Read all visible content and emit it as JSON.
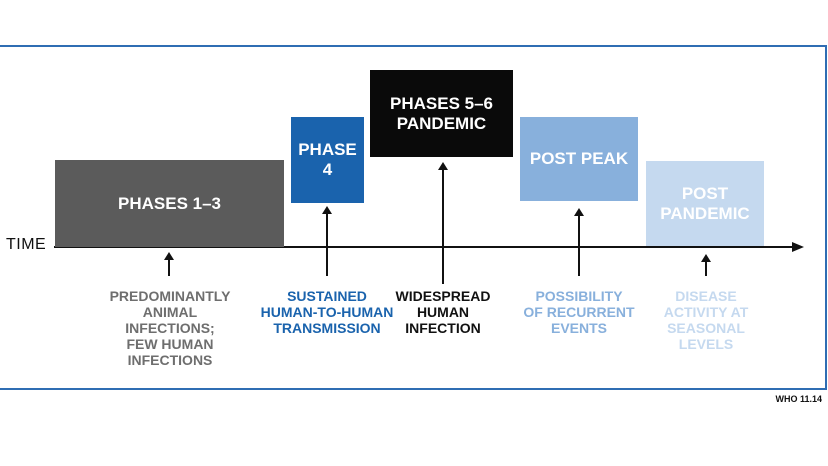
{
  "axis": {
    "label": "TIME"
  },
  "phases": [
    {
      "label": "PHASES 1–3",
      "color": "#5b5b5b",
      "text_color": "#ffffff"
    },
    {
      "label": "PHASE\n4",
      "color": "#1a63ad",
      "text_color": "#ffffff"
    },
    {
      "label": "PHASES 5–6\nPANDEMIC",
      "color": "#0a0a0a",
      "text_color": "#ffffff"
    },
    {
      "label": "POST PEAK",
      "color": "#88b0dc",
      "text_color": "#ffffff"
    },
    {
      "label": "POST\nPANDEMIC",
      "color": "#c5d9ef",
      "text_color": "#ffffff"
    }
  ],
  "captions": [
    {
      "text": "PREDOMINANTLY\nANIMAL\nINFECTIONS;\nFEW HUMAN\nINFECTIONS",
      "color": "#6e6e6e"
    },
    {
      "text": "SUSTAINED\nHUMAN-TO-HUMAN\nTRANSMISSION",
      "color": "#1a63ad"
    },
    {
      "text": "WIDESPREAD\nHUMAN\nINFECTION",
      "color": "#111111"
    },
    {
      "text": "POSSIBILITY\nOF RECURRENT\nEVENTS",
      "color": "#88b0dc"
    },
    {
      "text": "DISEASE\nACTIVITY AT\nSEASONAL\nLEVELS",
      "color": "#c5d9ef"
    }
  ],
  "source": "WHO 11.14"
}
